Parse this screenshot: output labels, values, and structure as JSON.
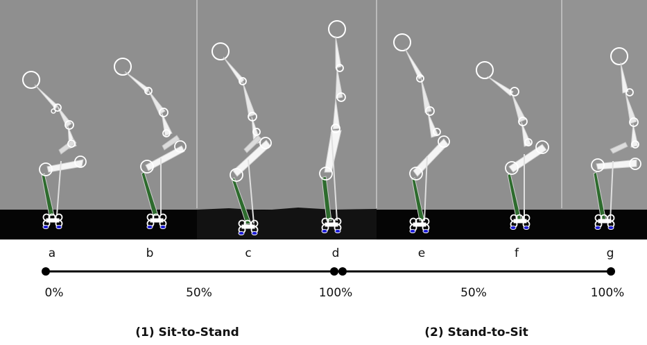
{
  "frames": [
    {
      "id": "a",
      "label": "a"
    },
    {
      "id": "b",
      "label": "b"
    },
    {
      "id": "c",
      "label": "c"
    },
    {
      "id": "d",
      "label": "d"
    },
    {
      "id": "e",
      "label": "e"
    },
    {
      "id": "f",
      "label": "f"
    },
    {
      "id": "g",
      "label": "g"
    }
  ],
  "timeline": {
    "percent_labels": [
      "0%",
      "50%",
      "100%",
      "50%",
      "100%"
    ]
  },
  "phases": [
    {
      "caption": "(1) Sit-to-Stand"
    },
    {
      "caption": "(2) Stand-to-Sit"
    }
  ],
  "colors": {
    "background": "#8f8f8f",
    "floor": "#050505",
    "bone": "#f2f2f2",
    "joint": "#ffffff",
    "shank": "#2d6b2d",
    "foot_marker": "#1a1ad6",
    "timeline": "#000000"
  }
}
